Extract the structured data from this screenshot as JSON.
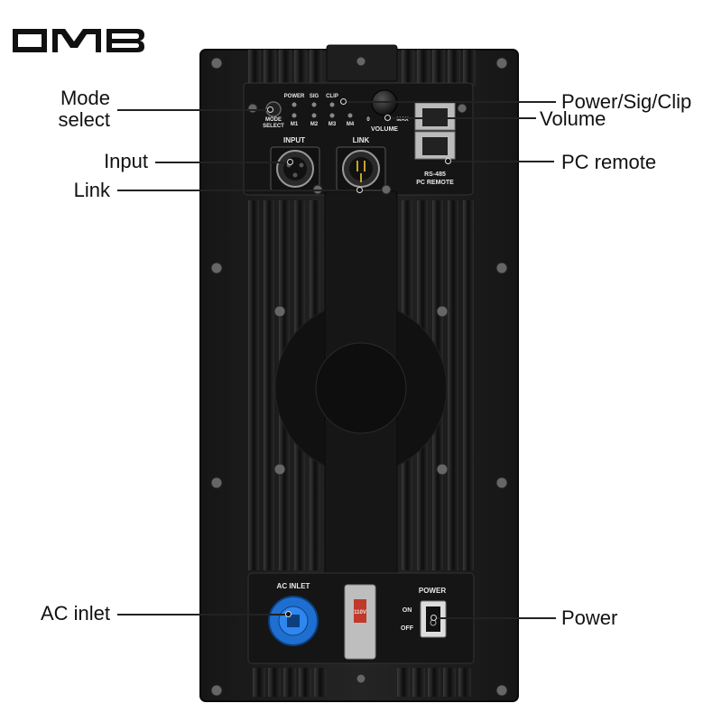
{
  "brand": {
    "logo_text": "OMB"
  },
  "callouts": {
    "mode_select": {
      "line1": "Mode",
      "line2": "select"
    },
    "input": "Input",
    "link": "Link",
    "ac_inlet": "AC inlet",
    "power_sig_clip": "Power/Sig/Clip",
    "volume": "Volume",
    "pc_remote": "PC remote",
    "power": "Power"
  },
  "panel_labels": {
    "power_led": "POWER",
    "sig_led": "SIG",
    "clip_led": "CLIP",
    "mode_select_1": "MODE",
    "mode_select_2": "SELECT",
    "m1": "M1",
    "m2": "M2",
    "m3": "M3",
    "m4": "M4",
    "volume_knob": "VOLUME",
    "vol_min": "0",
    "vol_max": "MAX",
    "input_jack": "INPUT",
    "link_jack": "LINK",
    "rs485": "RS-485",
    "pc_remote_port": "PC REMOTE",
    "ac_inlet": "AC INLET",
    "fuse": "110V",
    "power_switch": "POWER",
    "on": "ON",
    "off": "OFF"
  },
  "colors": {
    "panel": "#1b1b1b",
    "fin": "#0c0c0c",
    "powercon": "#1f6fd0",
    "fuse": "#c0392b"
  }
}
